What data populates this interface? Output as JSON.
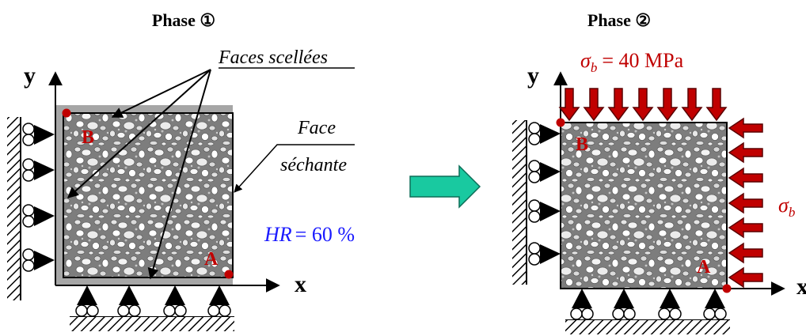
{
  "phase1": {
    "title": "Phase ①",
    "label_sealed": "Faces scellées",
    "label_drying_1": "Face",
    "label_drying_2": "séchante",
    "humidity_var": "HR",
    "humidity_value": "= 60 %",
    "point_a": "A",
    "point_b": "B",
    "axis_x": "x",
    "axis_y": "y"
  },
  "phase2": {
    "title": "Phase ②",
    "stress_label": "σ",
    "stress_sub": "b",
    "stress_value": "= 40 MPa",
    "side_stress_label": "σ",
    "side_stress_sub": "b",
    "point_a": "A",
    "point_b": "B",
    "axis_x": "x",
    "axis_y": "y"
  },
  "colors": {
    "point_red": "#c00000",
    "load_arrow_fill": "#c00000",
    "load_arrow_stroke": "#5a0000",
    "humidity_blue": "#1a1aff",
    "transition_arrow": "#19c9a0",
    "sealed_face_gray": "#a6a6a6"
  }
}
